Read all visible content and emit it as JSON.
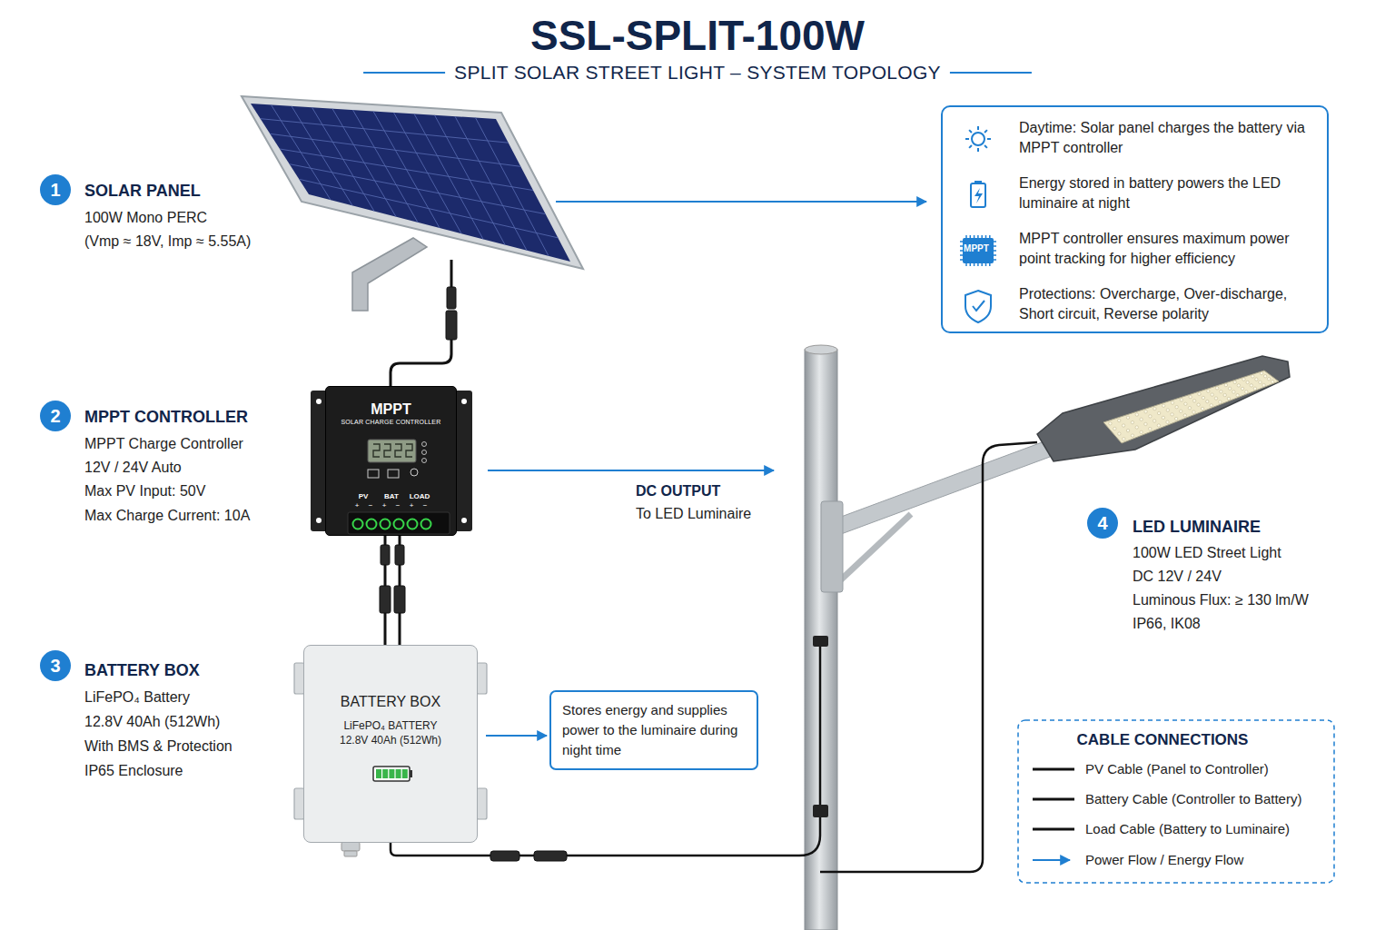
{
  "diagram": {
    "title": "SSL-SPLIT-100W",
    "nodes": [
      {
        "text": [
          "Daytime: Solar panel charges the battery via MPPT controller",
          "Energy stored in battery powers the LED luminaire at night",
          "MPPT controller ensures maximum power point tracking for higher efficiency",
          "Protections: Overcharge, Over-discharge, Short circuit, Reverse polarity"
        ]
      },
      {
        "text": [
          "MPPT",
          "SOLAR CHARGE CONTROLLER"
        ]
      },
      {
        "text": [
          "BATTERY BOX",
          "LiFePO₄ BATTERY",
          "12.8V 40Ah (512Wh)"
        ]
      },
      {
        "text": [
          "Stores energy and supplies power to the luminaire during night time"
        ]
      }
    ],
    "edges": [
      {
        "from": 1,
        "to": 2,
        "arrow": "none"
      },
      {
        "from": 2,
        "to": 3,
        "arrow": "to"
      }
    ],
    "labels": [
      "SPLIT SOLAR STREET LIGHT – SYSTEM TOPOLOGY",
      "1",
      "SOLAR PANEL",
      "100W Mono PERC",
      "(Vmp ≈ 18V, Imp ≈ 5.55A)",
      "2",
      "MPPT CONTROLLER",
      "MPPT Charge Controller",
      "12V / 24V Auto",
      "Max PV Input: 50V",
      "Max Charge Current: 10A",
      "3",
      "BATTERY BOX",
      "LiFePO₄ Battery",
      "12.8V 40Ah (512Wh)",
      "With BMS & Protection",
      "IP65 Enclosure",
      "4",
      "LED LUMINAIRE",
      "100W LED Street Light",
      "DC 12V / 24V",
      "Luminous Flux: ≥ 130 lm/W",
      "IP66, IK08",
      "DC OUTPUT",
      "To LED Luminaire",
      "MPPT",
      "PV",
      "BAT",
      "LOAD",
      "+",
      "−",
      "+",
      "−",
      "+",
      "−",
      "CABLE CONNECTIONS"
    ],
    "legend": [
      {
        "text": "PV Cable (Panel to Controller)"
      },
      {
        "text": "Battery Cable (Controller to Battery)"
      },
      {
        "text": "Load Cable (Battery to Luminaire)"
      },
      {
        "text": "Power Flow / Energy Flow"
      }
    ]
  }
}
